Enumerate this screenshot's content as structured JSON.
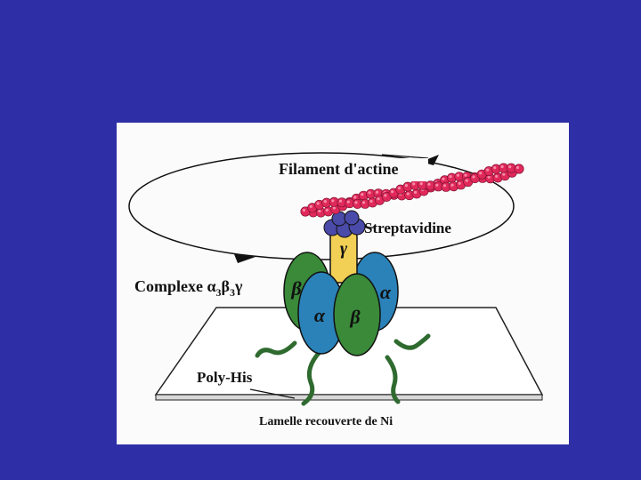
{
  "slide": {
    "background_color": "#2e2ea6"
  },
  "figure": {
    "labels": {
      "actin": "Filament d'actine",
      "streptavidin": "Streptavidine",
      "complex_prefix": "Complexe ",
      "complex_alpha": "α",
      "complex_sub3a": "3",
      "complex_beta": "β",
      "complex_sub3b": "3",
      "complex_gamma": "γ",
      "polyhis": "Poly-His",
      "coverslip": "Lamelle recouverte de  Ni"
    },
    "subunits": {
      "gamma": "γ",
      "beta_left": "β",
      "alpha_right": "α",
      "alpha_front": "α",
      "beta_front": "β"
    },
    "colors": {
      "actin": "#e0295a",
      "actin_highlight": "#f58aa8",
      "streptavidin": "#4a4aa8",
      "gamma": "#f2cf55",
      "alpha": "#2a82b8",
      "beta": "#3a8a3a",
      "tail": "#2f6a2f"
    }
  }
}
